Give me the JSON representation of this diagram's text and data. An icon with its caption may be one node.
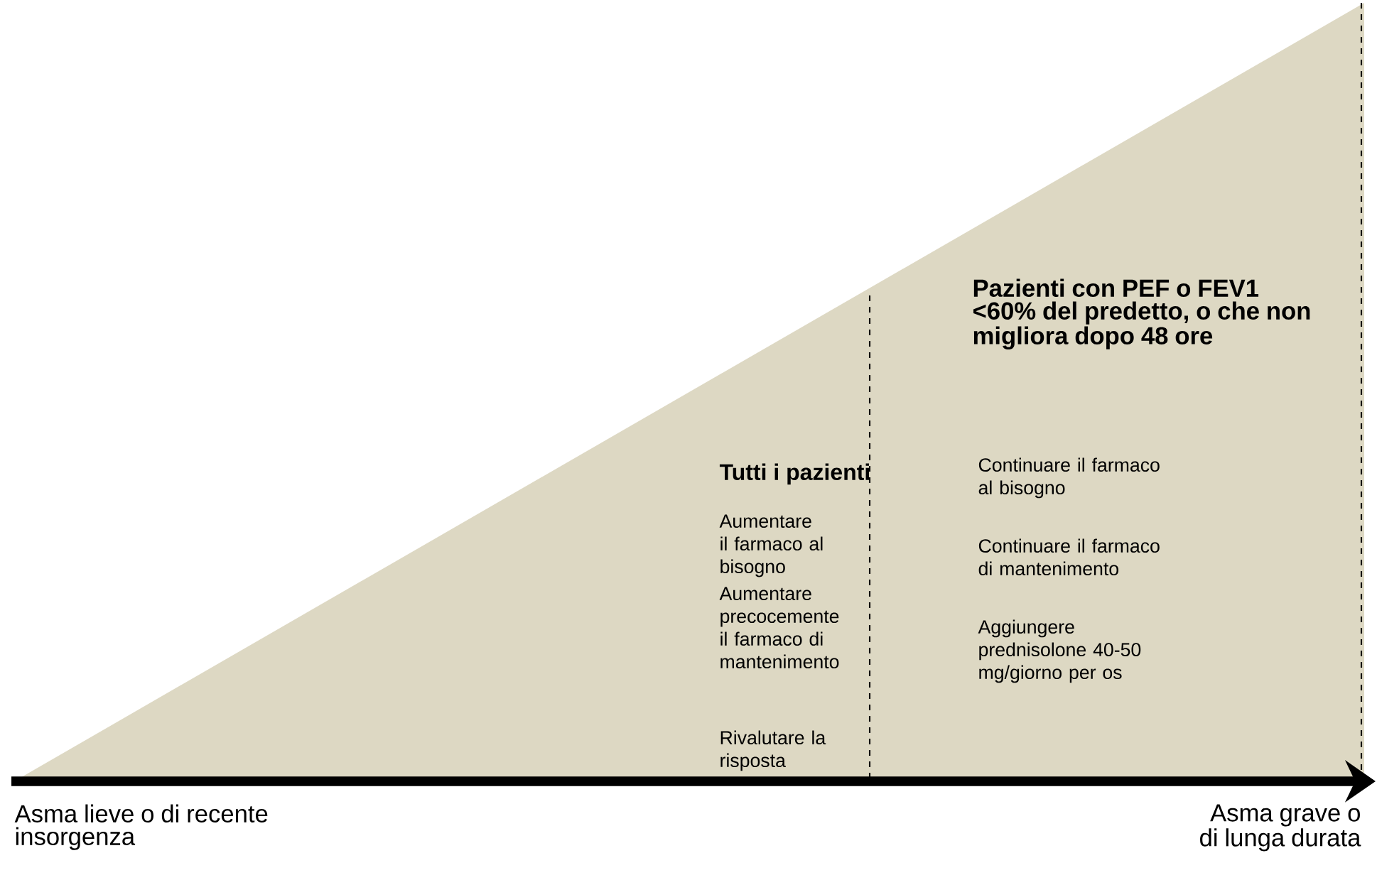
{
  "diagram": {
    "labels": [
      "Tutti i pazienti",
      "Aumentare il farmaco al bisogno",
      "Aumentare precocemente il farmaco di mantenimento",
      "Rivalutare la risposta",
      "Pazienti con PEF o FEV1 <60% del predetto, o che non migliora dopo 48 ore",
      "Continuare il farmaco al bisogno",
      "Continuare il farmaco di mantenimento",
      "Aggiungere prednisolone 40-50 mg/giorno per os",
      "Asma lieve o di recente insorgenza",
      "Asma grave o di lunga durata"
    ]
  }
}
